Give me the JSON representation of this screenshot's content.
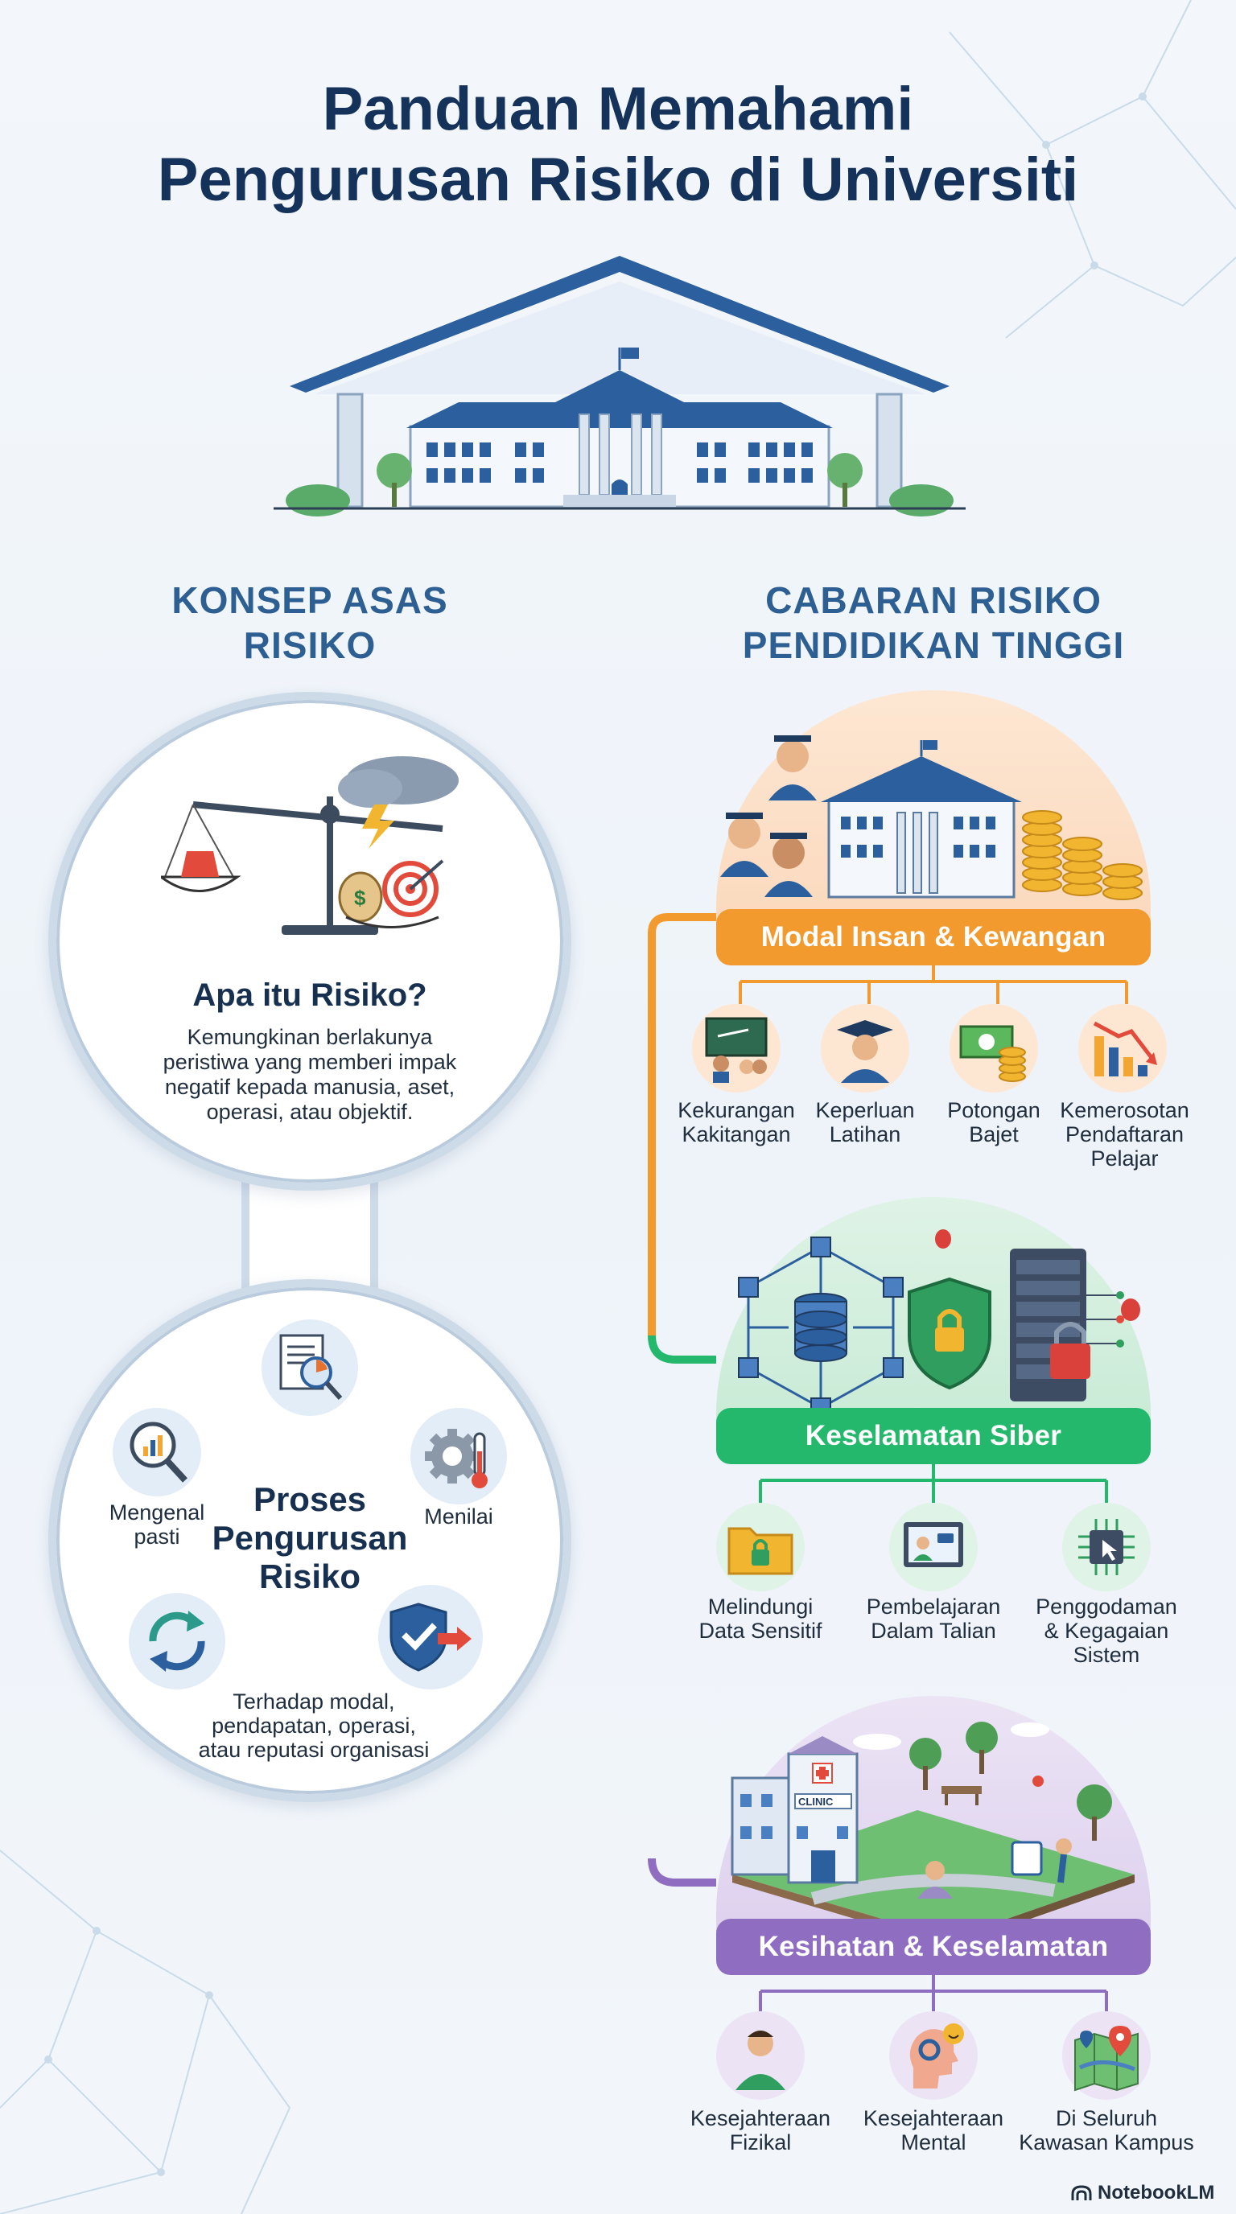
{
  "title": {
    "line1": "Panduan Memahami",
    "line2": "Pengurusan Risiko di Universiti"
  },
  "left_heading": {
    "line1": "KONSEP ASAS",
    "line2": "RISIKO"
  },
  "right_heading": {
    "line1": "CABARAN RISIKO",
    "line2": "PENDIDIKAN TINGGI"
  },
  "what_is_risk": {
    "heading": "Apa itu Risiko?",
    "lines": [
      "Kemungkinan berlakunya",
      "peristiwa yang memberi impak",
      "negatif kepada manusia, aset,",
      "operasi, atau objektif."
    ]
  },
  "process": {
    "title_lines": [
      "Proses",
      "Pengurusan",
      "Risiko"
    ],
    "identify": "Mengenal\npasti",
    "assess": "Menilai",
    "note_lines": [
      "Terhadap modal,",
      "pendapatan, operasi,",
      "atau reputasi organisasi"
    ]
  },
  "sections": [
    {
      "banner": "Modal Insan & Kewangan",
      "color": "#f39a2e",
      "items": [
        {
          "label": "Kekurangan\nKakitangan",
          "icon": "presentation-icon"
        },
        {
          "label": "Keperluan\nLatihan",
          "icon": "graduate-icon"
        },
        {
          "label": "Potongan\nBajet",
          "icon": "money-icon"
        },
        {
          "label": "Kemerosotan\nPendaftaran\nPelajar",
          "icon": "decline-chart-icon"
        }
      ]
    },
    {
      "banner": "Keselamatan Siber",
      "color": "#23b86b",
      "items": [
        {
          "label": "Melindungi\nData Sensitif",
          "icon": "locked-folder-icon"
        },
        {
          "label": "Pembelajaran\nDalam Talian",
          "icon": "online-learning-icon"
        },
        {
          "label": "Penggodaman\n& Kegagaian\nSistem",
          "icon": "hacked-chip-icon"
        }
      ]
    },
    {
      "banner": "Kesihatan & Keselamatan",
      "color": "#8f6ec2",
      "items": [
        {
          "label": "Kesejahteraan\nFizikal",
          "icon": "person-icon"
        },
        {
          "label": "Kesejahteraan\nMental",
          "icon": "mind-icon"
        },
        {
          "label": "Di Seluruh\nKawasan Kampus",
          "icon": "map-icon"
        }
      ]
    }
  ],
  "clinic_sign": "CLINIC",
  "footer": "NotebookLM"
}
